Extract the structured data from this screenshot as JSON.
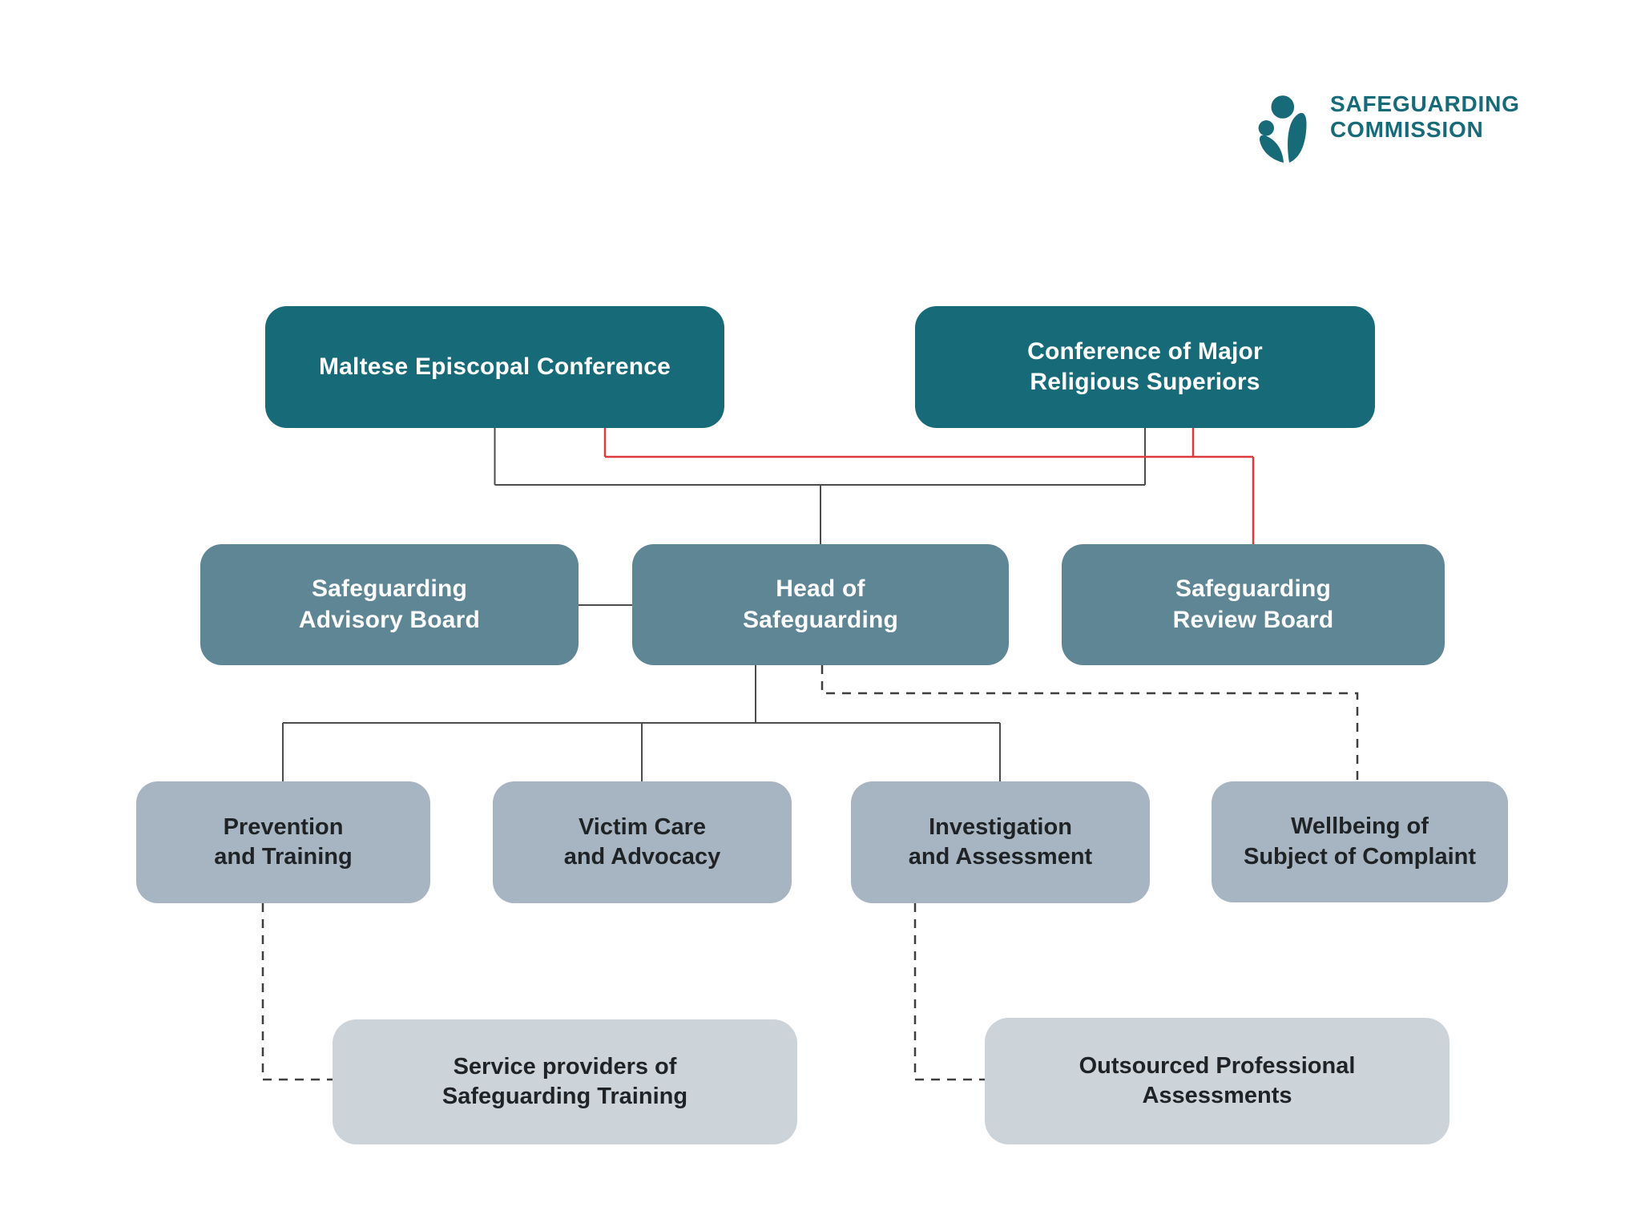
{
  "logo": {
    "line1": "SAFEGUARDING",
    "line2": "COMMISSION"
  },
  "colors": {
    "teal_dark": "#176a78",
    "slate": "#5e8695",
    "blue_gray": "#a7b5c2",
    "light_gray": "#ccd3d9",
    "red_line": "#dc3a3e",
    "gray_line": "#4d4d4d",
    "dash_line": "#3f3f3f",
    "text_dark": "#1f2326",
    "text_light": "#ffffff"
  },
  "nodes": {
    "mec": {
      "label": "Maltese Episcopal Conference"
    },
    "cmrs": {
      "label": "Conference of Major\nReligious Superiors"
    },
    "sab": {
      "label": "Safeguarding\nAdvisory Board"
    },
    "hos": {
      "label": "Head of\nSafeguarding"
    },
    "srb": {
      "label": "Safeguarding\nReview Board"
    },
    "pt": {
      "label": "Prevention\nand Training"
    },
    "vca": {
      "label": "Victim Care\nand Advocacy"
    },
    "ia": {
      "label": "Investigation\nand Assessment"
    },
    "wsc": {
      "label": "Wellbeing of\nSubject of Complaint"
    },
    "sp": {
      "label": "Service providers of\nSafeguarding Training"
    },
    "opa": {
      "label": "Outsourced Professional\nAssessments"
    }
  },
  "edges": [
    {
      "from": "Maltese Episcopal Conference",
      "to": "Head of Safeguarding",
      "style": "solid-gray"
    },
    {
      "from": "Conference of Major Religious Superiors",
      "to": "Head of Safeguarding",
      "style": "solid-gray"
    },
    {
      "from": "Maltese Episcopal Conference",
      "to": "Safeguarding Review Board",
      "style": "solid-red"
    },
    {
      "from": "Conference of Major Religious Superiors",
      "to": "Safeguarding Review Board",
      "style": "solid-red"
    },
    {
      "from": "Safeguarding Advisory Board",
      "to": "Head of Safeguarding",
      "style": "solid-gray"
    },
    {
      "from": "Head of Safeguarding",
      "to": "Prevention and Training",
      "style": "solid-gray"
    },
    {
      "from": "Head of Safeguarding",
      "to": "Victim Care and Advocacy",
      "style": "solid-gray"
    },
    {
      "from": "Head of Safeguarding",
      "to": "Investigation and Assessment",
      "style": "solid-gray"
    },
    {
      "from": "Head of Safeguarding",
      "to": "Wellbeing of Subject of Complaint",
      "style": "dashed"
    },
    {
      "from": "Prevention and Training",
      "to": "Service providers of Safeguarding Training",
      "style": "dashed"
    },
    {
      "from": "Investigation and Assessment",
      "to": "Outsourced Professional Assessments",
      "style": "dashed"
    }
  ]
}
